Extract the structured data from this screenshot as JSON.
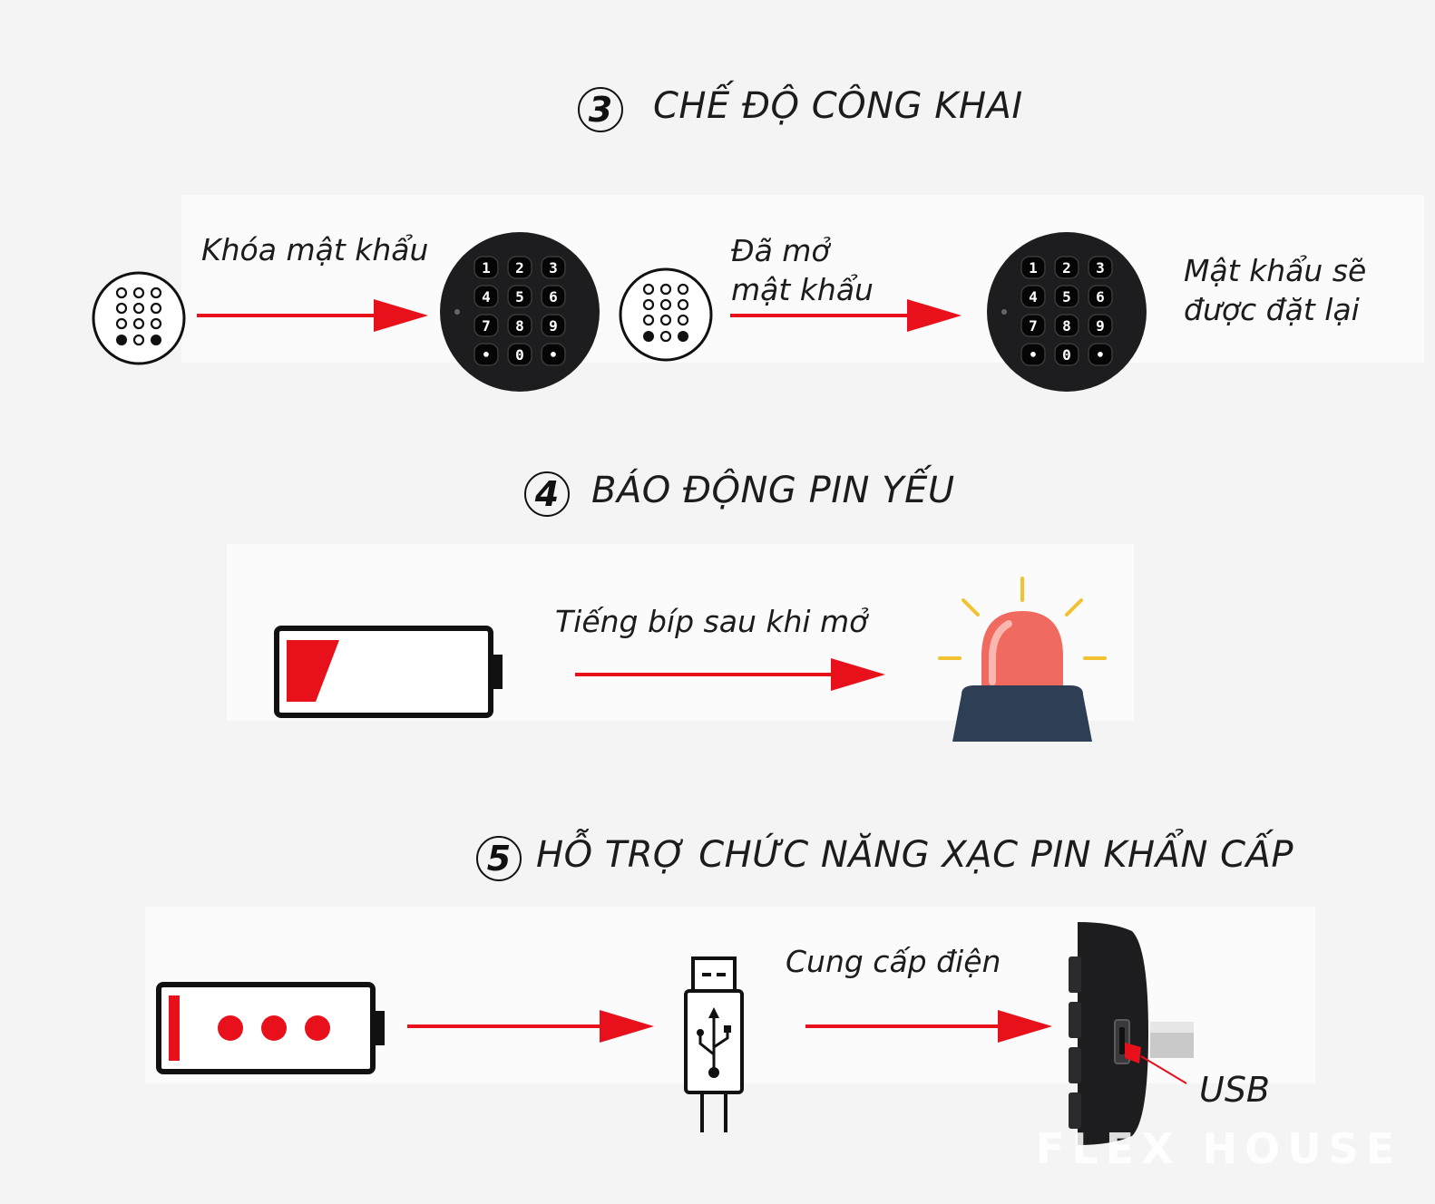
{
  "sections": [
    {
      "number": "3",
      "title": "CHẾ ĐỘ CÔNG KHAI",
      "steps": {
        "lock_label": "Khóa mật khẩu",
        "opened_label_line1": "Đã mở",
        "opened_label_line2": "mật khẩu",
        "result_line1": "Mật khẩu sẽ",
        "result_line2": "được đặt lại"
      },
      "keypad_keys": [
        "1",
        "2",
        "3",
        "4",
        "5",
        "6",
        "7",
        "8",
        "9",
        "•",
        "0",
        "•"
      ]
    },
    {
      "number": "4",
      "title": "BÁO ĐỘNG PIN YẾU",
      "steps": {
        "beep_label": "Tiếng bíp sau khi mở"
      }
    },
    {
      "number": "5",
      "title": "HỖ TRỢ CHỨC NĂNG XẠC PIN KHẨN CẤP",
      "steps": {
        "power_label": "Cung cấp điện",
        "usb_label": "USB"
      }
    }
  ],
  "watermark": "FLEX HOUSE",
  "colors": {
    "arrow": "#e8101a",
    "keypad": "#1d1d1f",
    "siren": "#f06a60",
    "siren_base": "#2d3e55"
  }
}
